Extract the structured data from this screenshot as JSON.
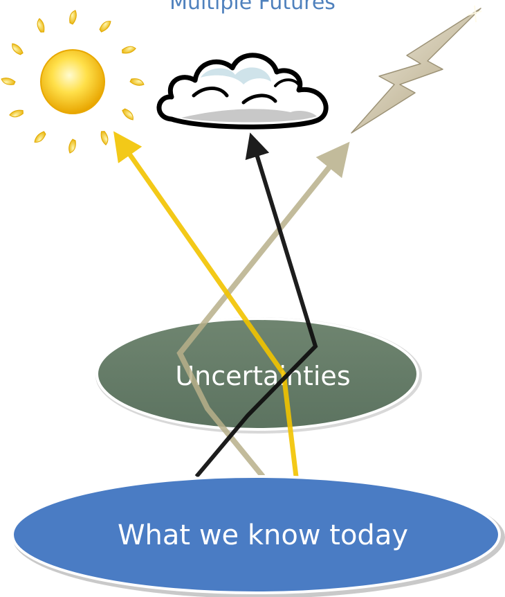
{
  "title": "Multiple Futures",
  "nodes": {
    "top": {
      "label": "Uncertainties"
    },
    "bottom": {
      "label": "What we know today"
    }
  },
  "outcomes": [
    {
      "name": "sun",
      "icon": "sun-icon"
    },
    {
      "name": "cloud",
      "icon": "cloud-icon"
    },
    {
      "name": "lightning",
      "icon": "lightning-icon"
    }
  ],
  "colors": {
    "title": "#4f81bd",
    "uncertainties_fill": "#6f8772",
    "today_fill": "#4a7cc4",
    "sun_arrow": "#f2c400",
    "cloud_arrow": "#111111",
    "lightning_arrow": "#b8b08a",
    "sun_body": "#f7c400",
    "cloud_shadow": "#cfe3ea"
  }
}
